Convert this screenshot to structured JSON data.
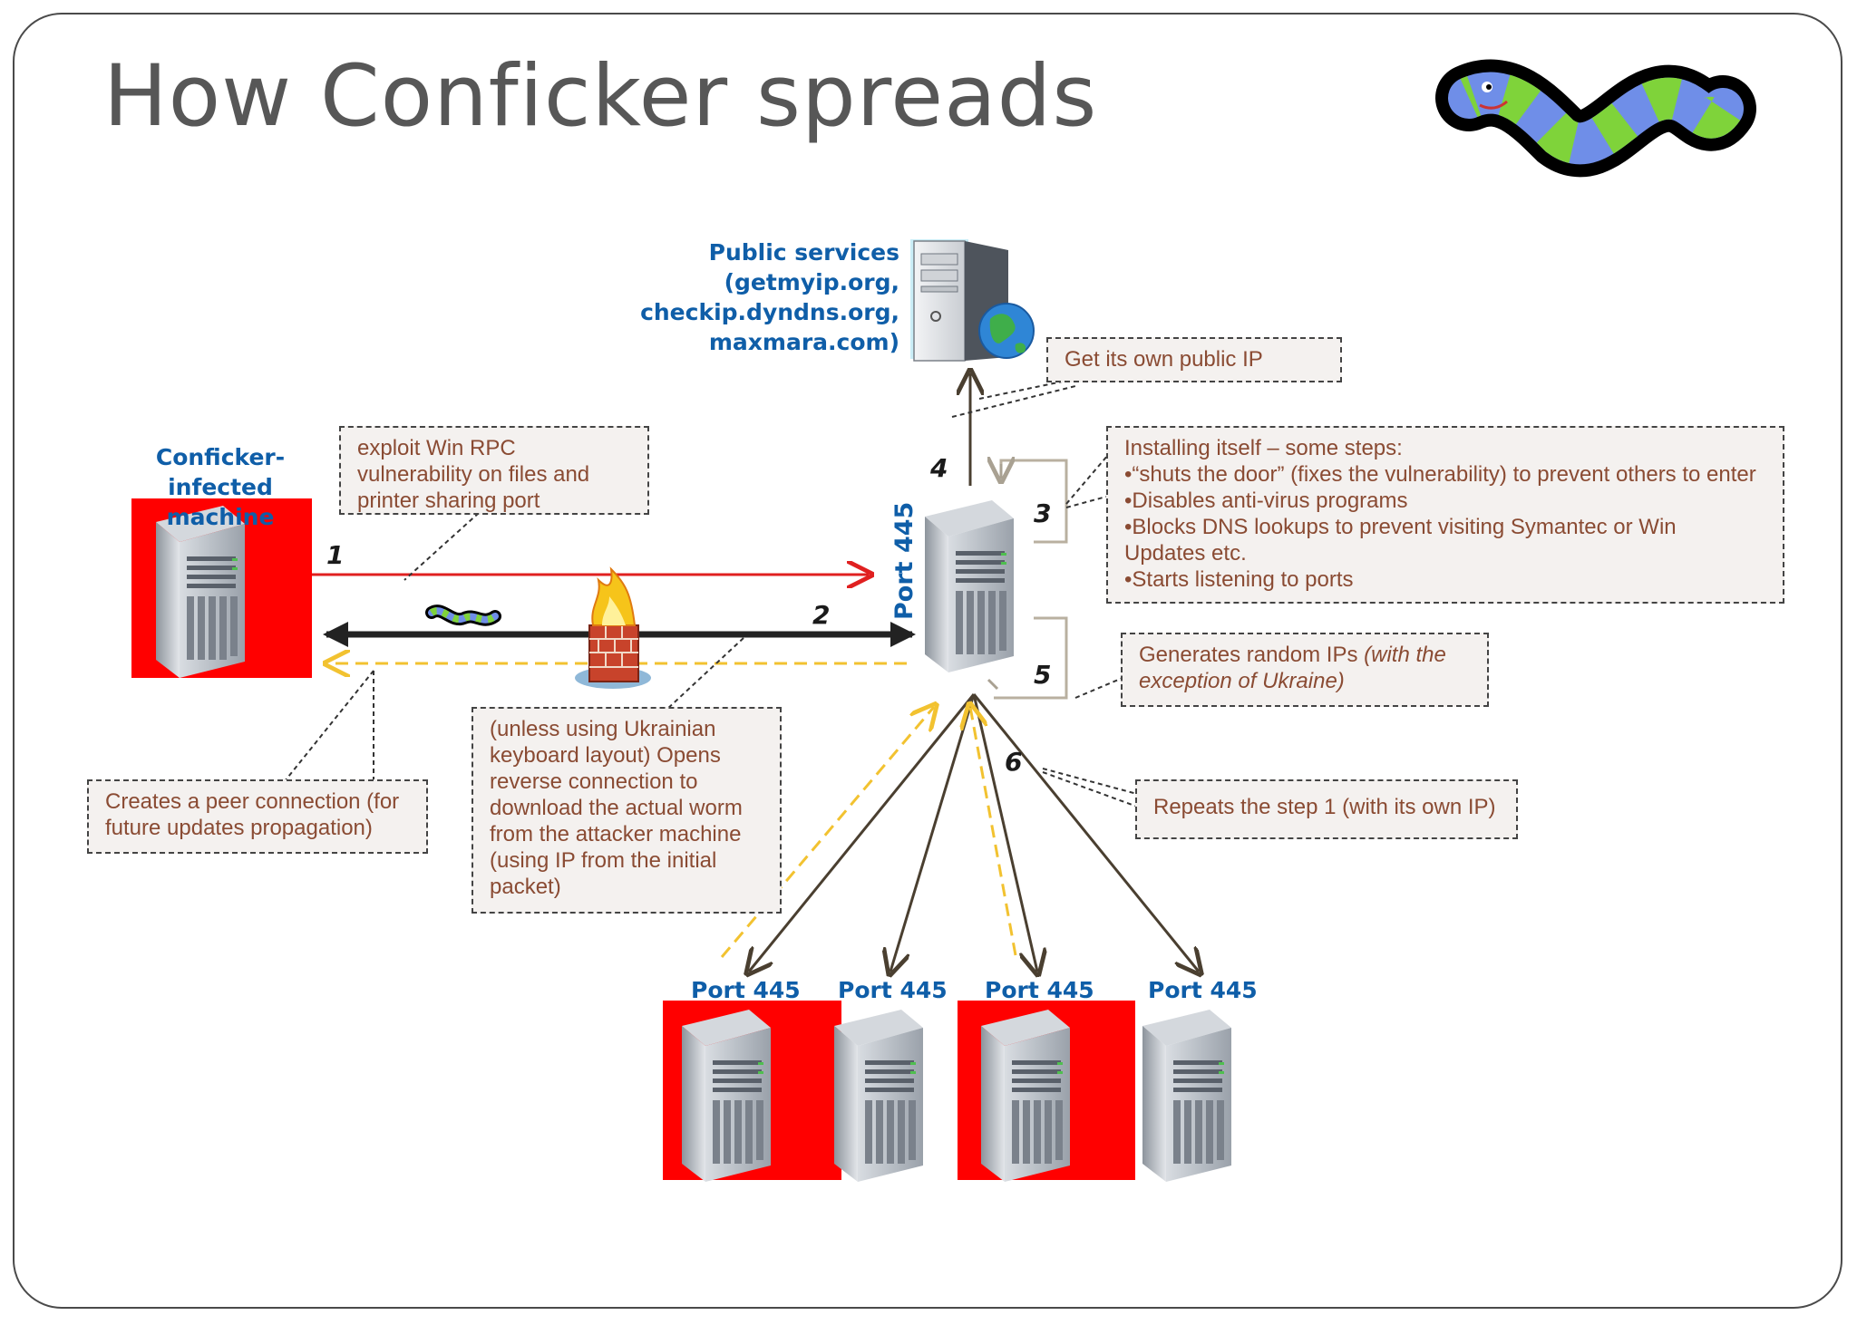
{
  "slide": {
    "title": "How Conficker spreads"
  },
  "labels": {
    "infected_machine": "Conficker-infected\nmachine",
    "public_services": "Public services\n(getmyip.org, checkip.dyndns.org,\nmaxmara.com)",
    "port_main": "Port 445",
    "target_ports": [
      "Port 445",
      "Port 445",
      "Port 445",
      "Port 445"
    ]
  },
  "steps": [
    "1",
    "2",
    "3",
    "4",
    "5",
    "6"
  ],
  "callouts": {
    "exploit": "exploit Win  RPC\nvulnerability on files and\nprinter sharing port",
    "public_ip": "Get its own public IP",
    "installing": "Installing itself – some steps:\n•“shuts the door” (fixes the vulnerability) to prevent others to enter\n•Disables anti-virus programs\n•Blocks DNS lookups to prevent  visiting Symantec or Win\nUpdates etc.\n•Starts listening to ports",
    "random_ips": "Generates random IPs ",
    "random_ips_italic": "(with the\nexception of Ukraine)",
    "repeats": "Repeats the step 1 (with its own IP)",
    "peer": "Creates a peer connection (for\nfuture updates propagation)",
    "reverse": "(unless using Ukrainian\nkeyboard layout) Opens\nreverse connection to\ndownload the actual worm\nfrom the attacker machine\n(using IP from the initial\npacket)"
  },
  "colors": {
    "infected_red": "#ff0000",
    "label_blue": "#0f5ea8",
    "callout_text": "#8a4b33",
    "exploit_arrow": "#e02020",
    "reverse_dashed": "#f2c230",
    "link_arrow": "#4a3f30",
    "bracket": "#b9b0a0"
  },
  "icons": [
    "worm-logo-icon",
    "server-icon",
    "globe-icon",
    "firewall-icon",
    "small-worm-icon"
  ]
}
